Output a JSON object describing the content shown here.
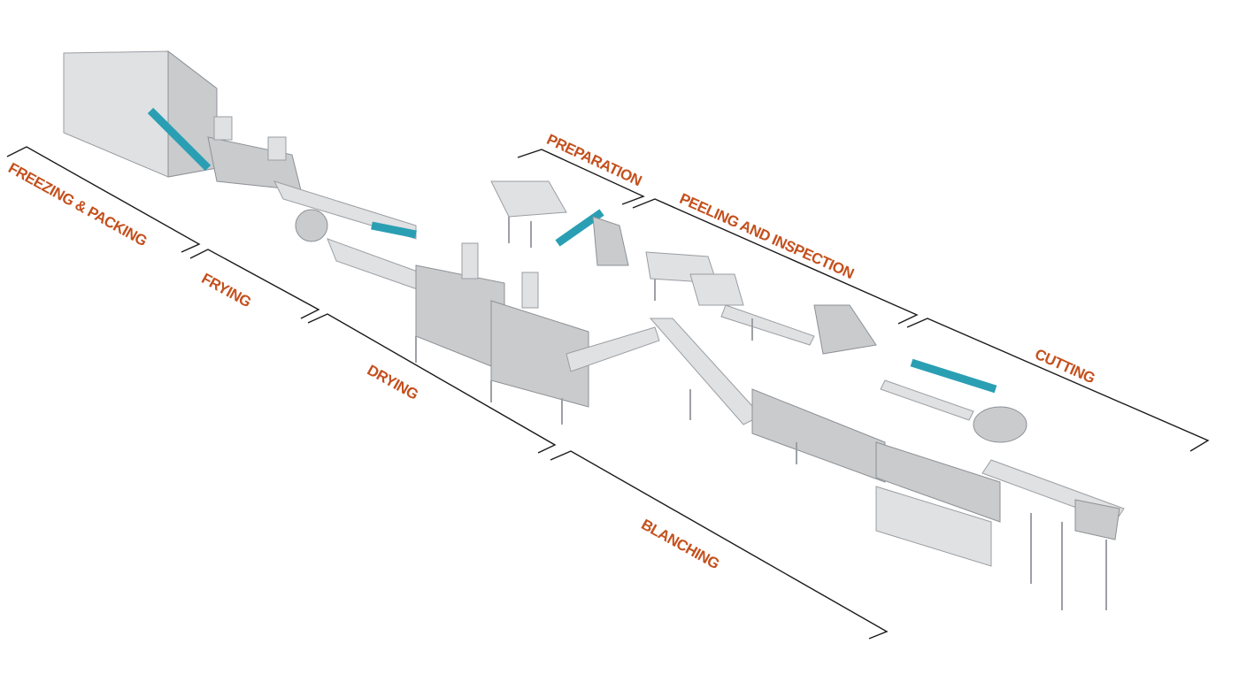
{
  "title": "Production line stages",
  "accent_color": "#c4501d",
  "belt_color": "#2a9fb3",
  "stages": [
    {
      "id": "freezing",
      "label": "FREEZING & PACKING"
    },
    {
      "id": "frying",
      "label": "FRYING"
    },
    {
      "id": "drying",
      "label": "DRYING"
    },
    {
      "id": "blanching",
      "label": "BLANCHING"
    },
    {
      "id": "preparation",
      "label": "PREPARATION"
    },
    {
      "id": "peeling",
      "label": "PEELING AND INSPECTION"
    },
    {
      "id": "cutting",
      "label": "CUTTING"
    }
  ]
}
